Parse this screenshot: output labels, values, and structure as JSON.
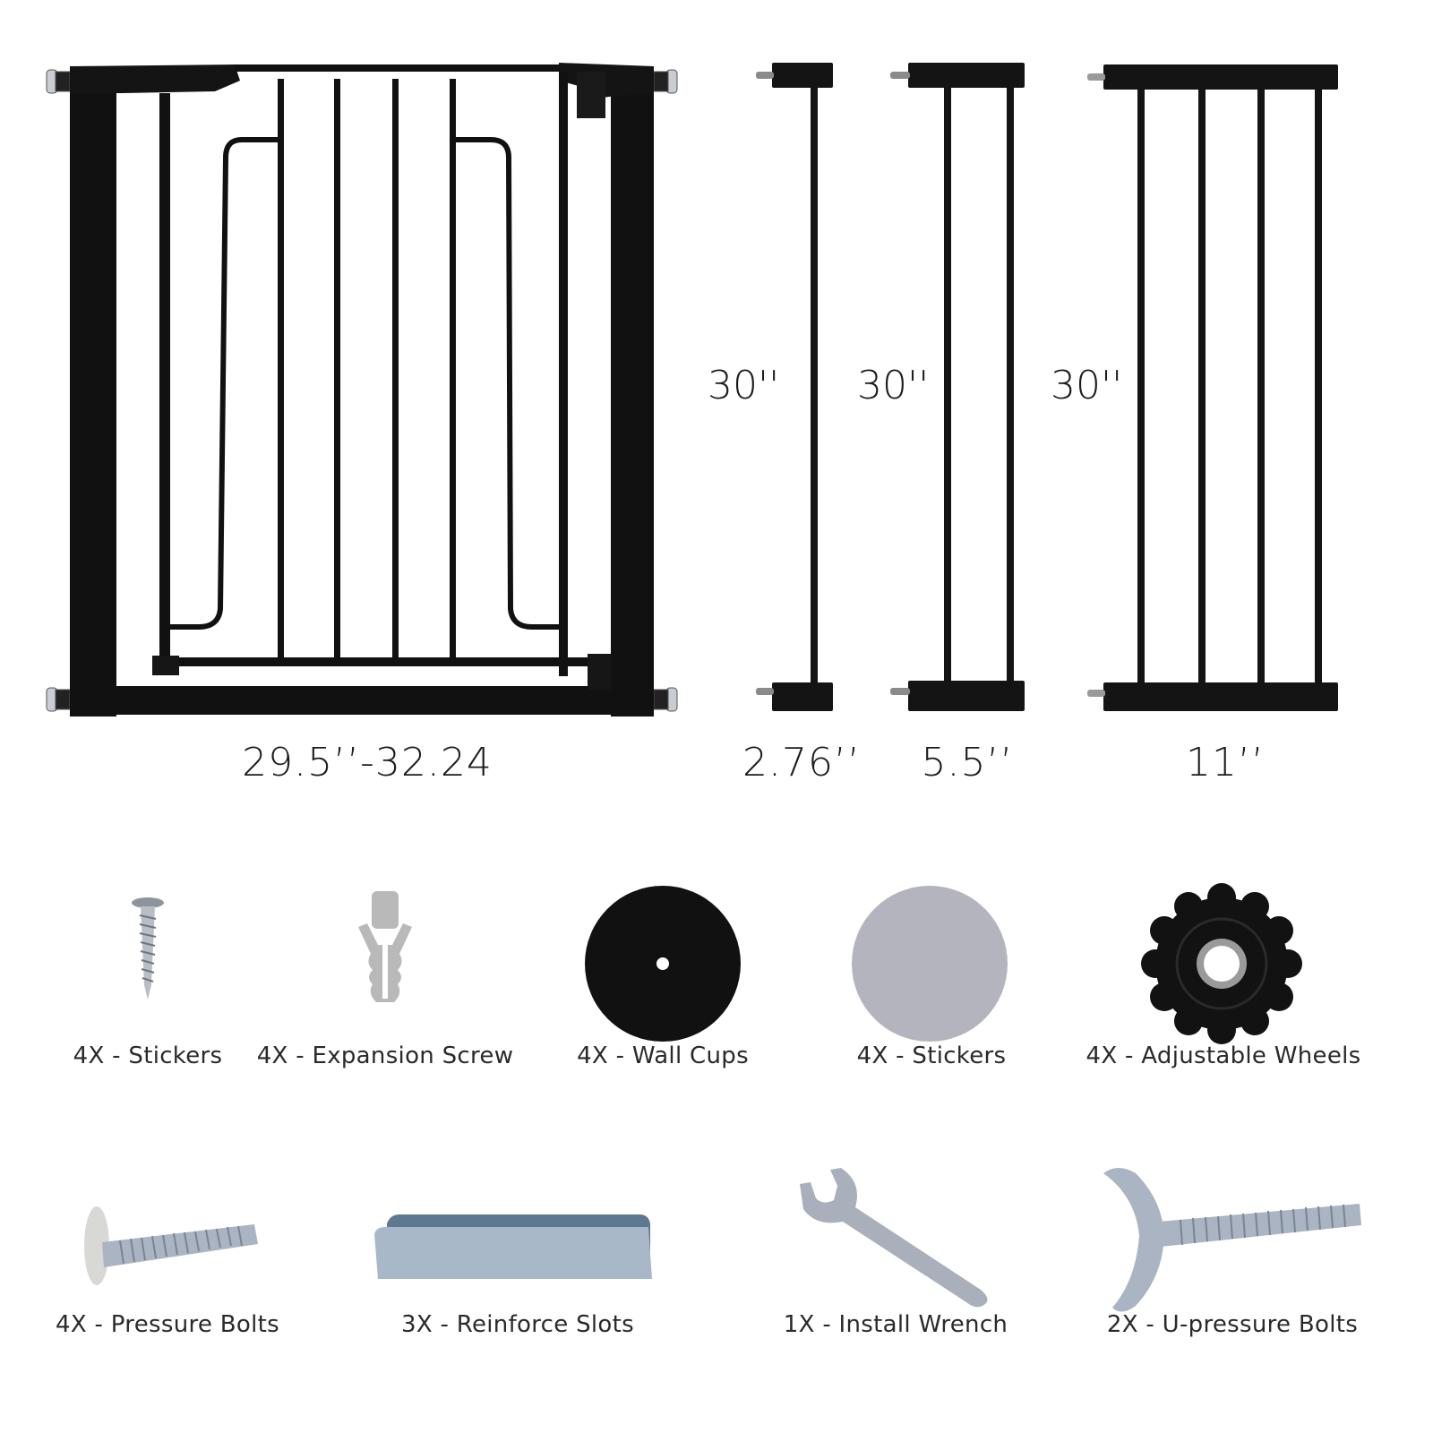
{
  "gate": {
    "width_label": "29.5’’-32.24",
    "frame_color": "#111111"
  },
  "extensions": [
    {
      "id": "ext-small",
      "height_label": "30''",
      "width_label": "2.76’’",
      "bars": 1
    },
    {
      "id": "ext-medium",
      "height_label": "30''",
      "width_label": "5.5’’",
      "bars": 2
    },
    {
      "id": "ext-large",
      "height_label": "30''",
      "width_label": "11’’",
      "bars": 4
    }
  ],
  "parts_row1": [
    {
      "icon": "wood-screw-icon",
      "label": "4X - Stickers"
    },
    {
      "icon": "expansion-anchor-icon",
      "label": "4X - Expansion Screw"
    },
    {
      "icon": "wall-cup-icon",
      "label": "4X - Wall Cups"
    },
    {
      "icon": "sticker-disc-icon",
      "label": "4X - Stickers"
    },
    {
      "icon": "adjustable-wheel-icon",
      "label": "4X - Adjustable Wheels"
    }
  ],
  "parts_row2": [
    {
      "icon": "pressure-bolt-icon",
      "label": "4X - Pressure Bolts"
    },
    {
      "icon": "reinforce-slot-icon",
      "label": "3X - Reinforce Slots"
    },
    {
      "icon": "wrench-icon",
      "label": "1X - Install Wrench"
    },
    {
      "icon": "u-pressure-bolt-icon",
      "label": "2X - U-pressure Bolts"
    }
  ],
  "colors": {
    "metal_black": "#111111",
    "zinc": "#aab4c2",
    "sticker_grey": "#b4b4be",
    "anchor_grey": "#b9b9b9"
  }
}
